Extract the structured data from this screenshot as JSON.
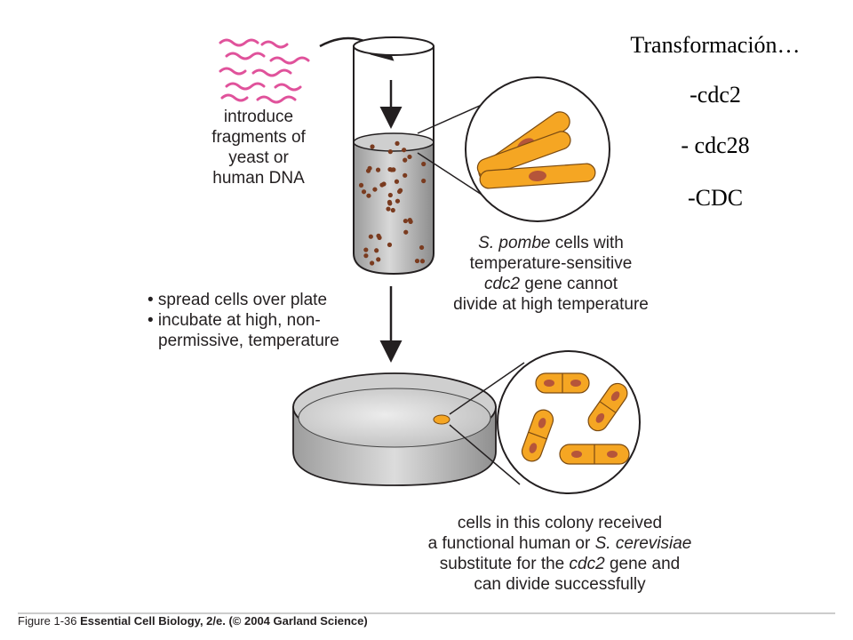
{
  "side_title": "Transformación…",
  "side_items": [
    "-cdc2",
    "- cdc28",
    "-CDC"
  ],
  "introduce_lines": [
    "introduce",
    "fragments of",
    "yeast or",
    "human DNA"
  ],
  "pombe_caption": {
    "line1_italic": "S. pombe",
    "line1_rest": " cells with",
    "line2": "temperature-sensitive",
    "line3_italic": "cdc2",
    "line3_rest": " gene cannot",
    "line4": "divide at high temperature"
  },
  "steps": {
    "bullet1": "• spread cells over plate",
    "bullet2": "• incubate at high, non-",
    "bullet2_cont": "permissive, temperature"
  },
  "colony_caption": {
    "line1": "cells in this colony received",
    "line2_pre": "a functional human or ",
    "line2_italic": "S. cerevisiae",
    "line3_pre": "substitute for the ",
    "line3_italic": "cdc2",
    "line3_post": " gene and",
    "line4": "can divide successfully"
  },
  "figure_credit": {
    "prefix": "Figure 1-36",
    "body": "  Essential Cell Biology, 2/e. (© 2004 Garland Science)"
  },
  "colors": {
    "dna_wave": "#e0529b",
    "cell_fill": "#f5a623",
    "cell_nucleus": "#b5553a",
    "dot": "#7a3b1f"
  }
}
